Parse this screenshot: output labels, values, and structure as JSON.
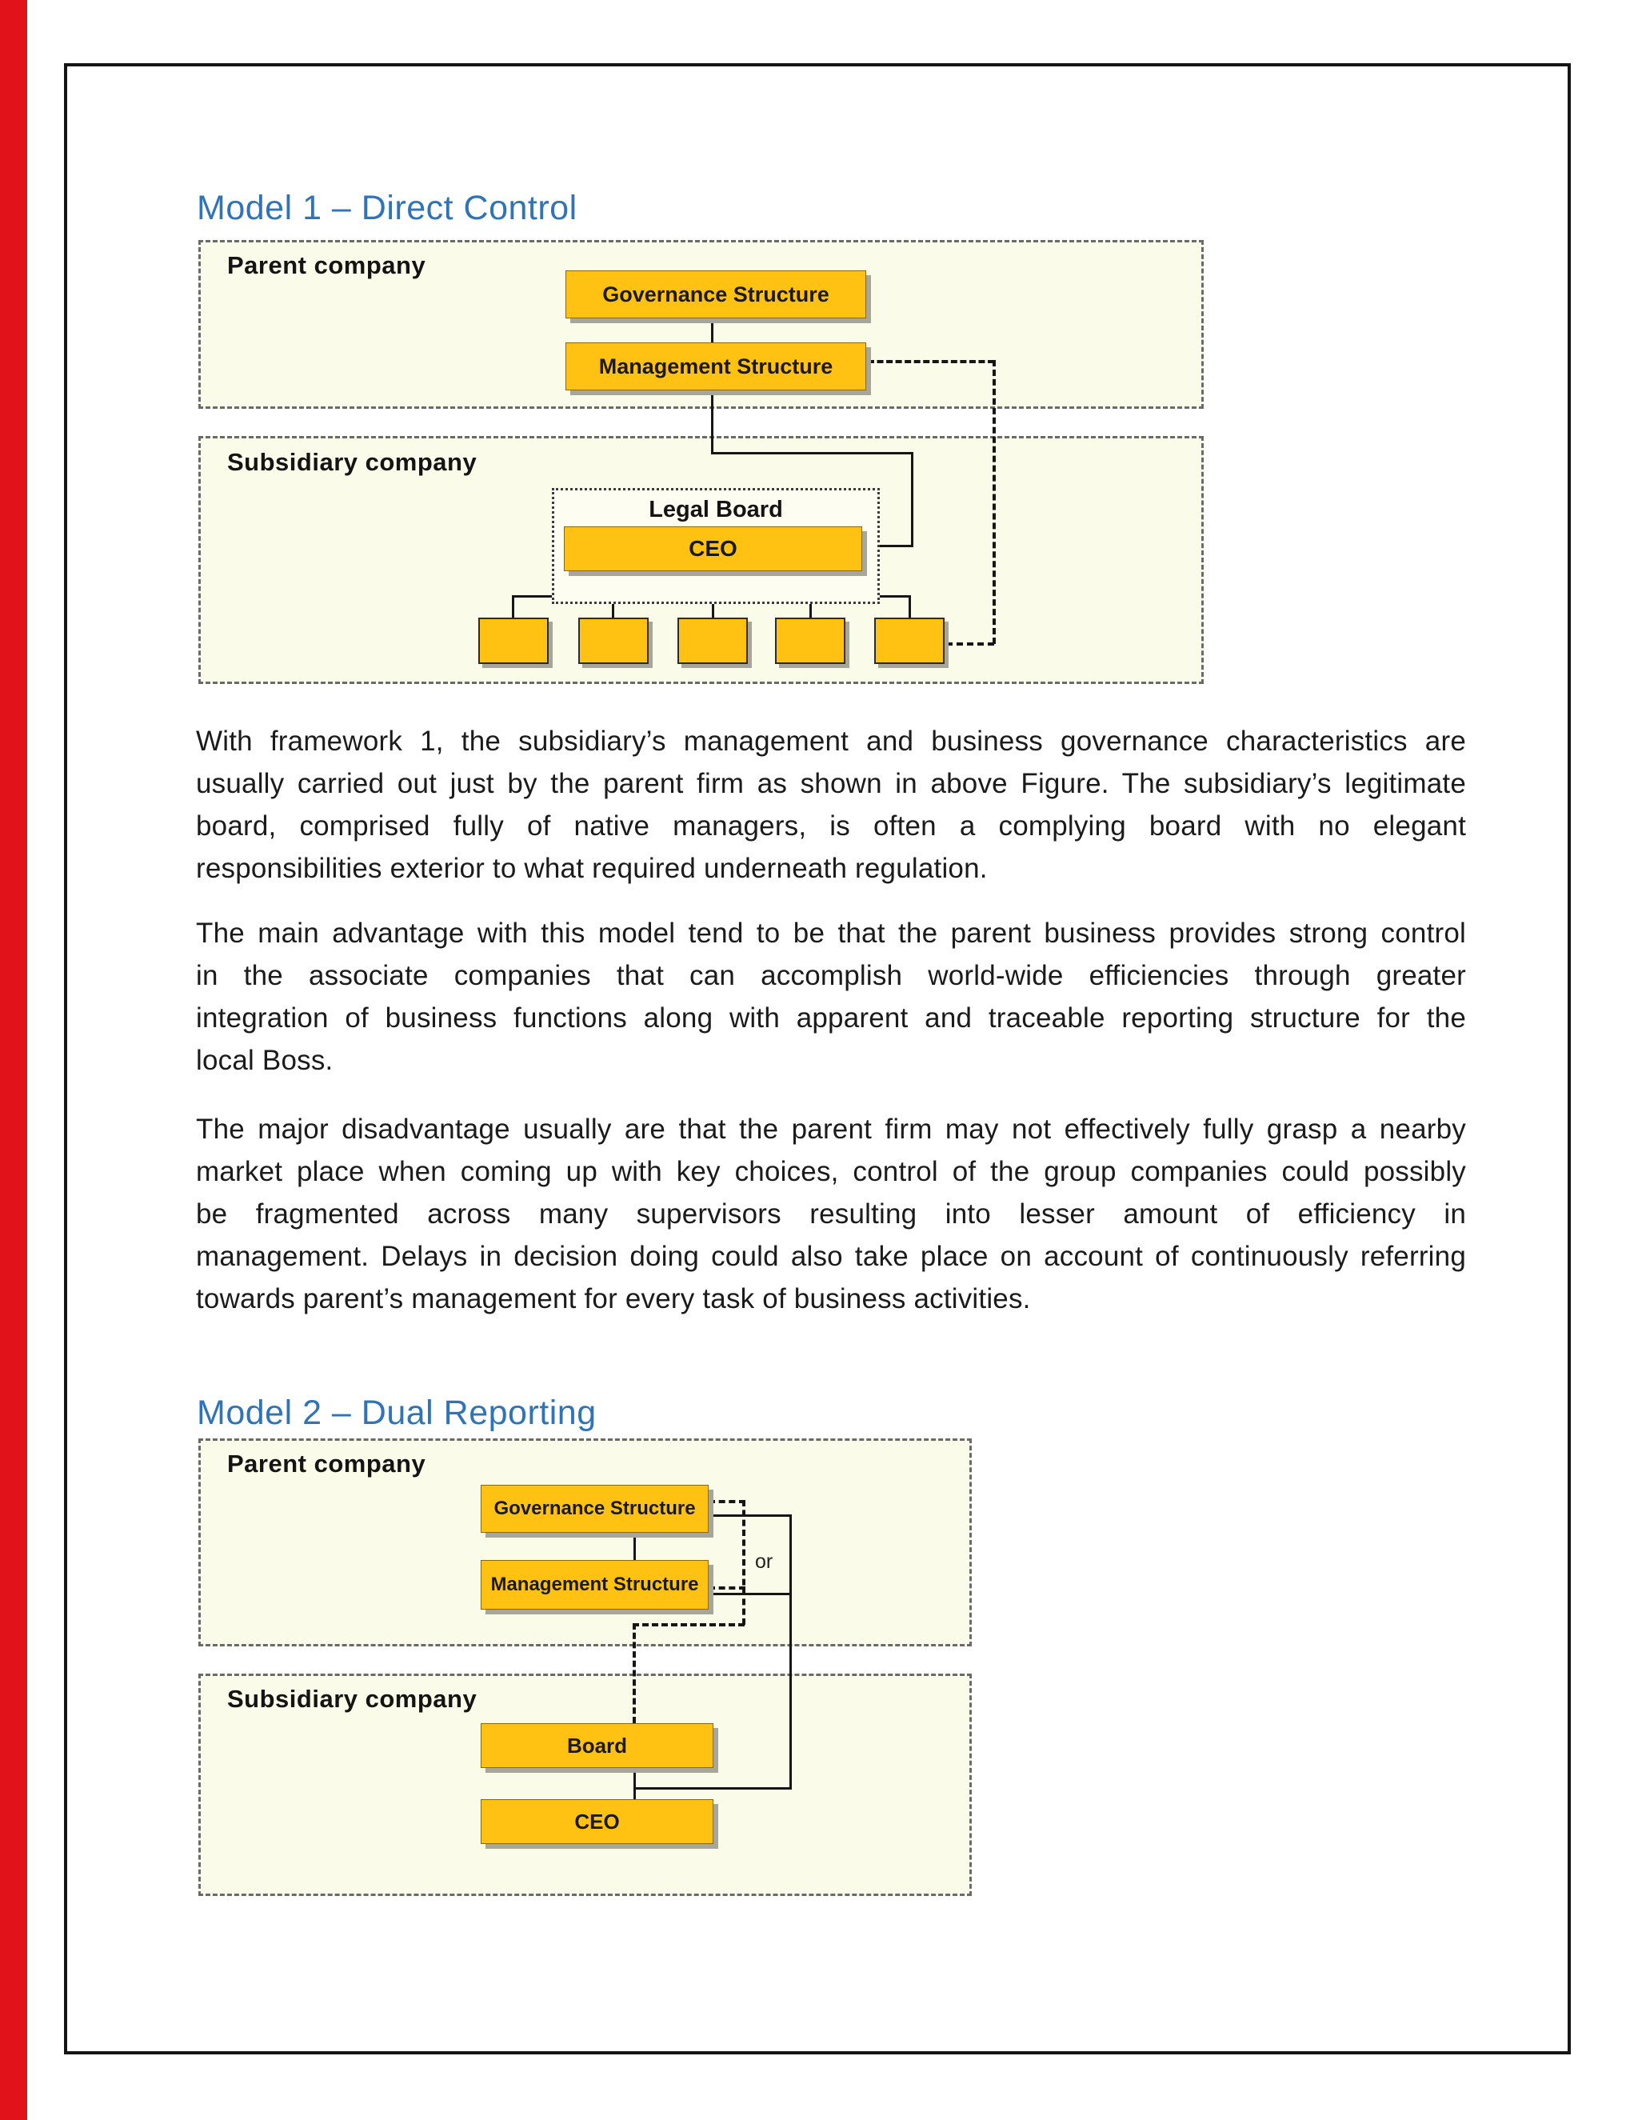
{
  "colors": {
    "edge_bar": "#e1121a",
    "heading_blue": "#2e74b6",
    "node_yellow": "#ffc112",
    "box_background": "#fbfbe9",
    "text": "#1b1b1b"
  },
  "doc": {
    "section1": {
      "heading": "Model 1 – Direct Control",
      "diagram": {
        "parent_label": "Parent company",
        "subsidiary_label": "Subsidiary company",
        "governance_label": "Governance Structure",
        "management_label": "Management Structure",
        "legal_board_label": "Legal Board",
        "ceo_label": "CEO",
        "sub_unit_count": "5"
      },
      "paragraphs": [
        [
          "With framework 1, the subsidiary’s management and business governance characteristics are",
          "usually carried out just by the parent firm as shown in above Figure. The subsidiary’s legitimate",
          "board, comprised fully of native managers, is often a complying board with no elegant",
          "responsibilities exterior to what required underneath regulation."
        ],
        [
          "The main advantage with this model tend to be that the parent business provides strong control",
          "in the associate companies that can accomplish world-wide efficiencies through greater",
          "integration of business functions along with apparent and traceable reporting structure for the",
          "local Boss."
        ],
        [
          "The major disadvantage usually are that the parent firm may not effectively fully grasp a nearby",
          "market place when coming up with key choices, control of the group companies could possibly",
          "be fragmented across many supervisors resulting into lesser amount of efficiency in",
          "management. Delays in decision doing could also take place on account of continuously referring",
          "towards parent’s management for every task of business activities."
        ]
      ]
    },
    "section2": {
      "heading": "Model 2 – Dual Reporting",
      "diagram": {
        "parent_label": "Parent company",
        "subsidiary_label": "Subsidiary company",
        "governance_label": "Governance Structure",
        "management_label": "Management Structure",
        "board_label": "Board",
        "ceo_label": "CEO",
        "or_label": "or"
      }
    }
  }
}
